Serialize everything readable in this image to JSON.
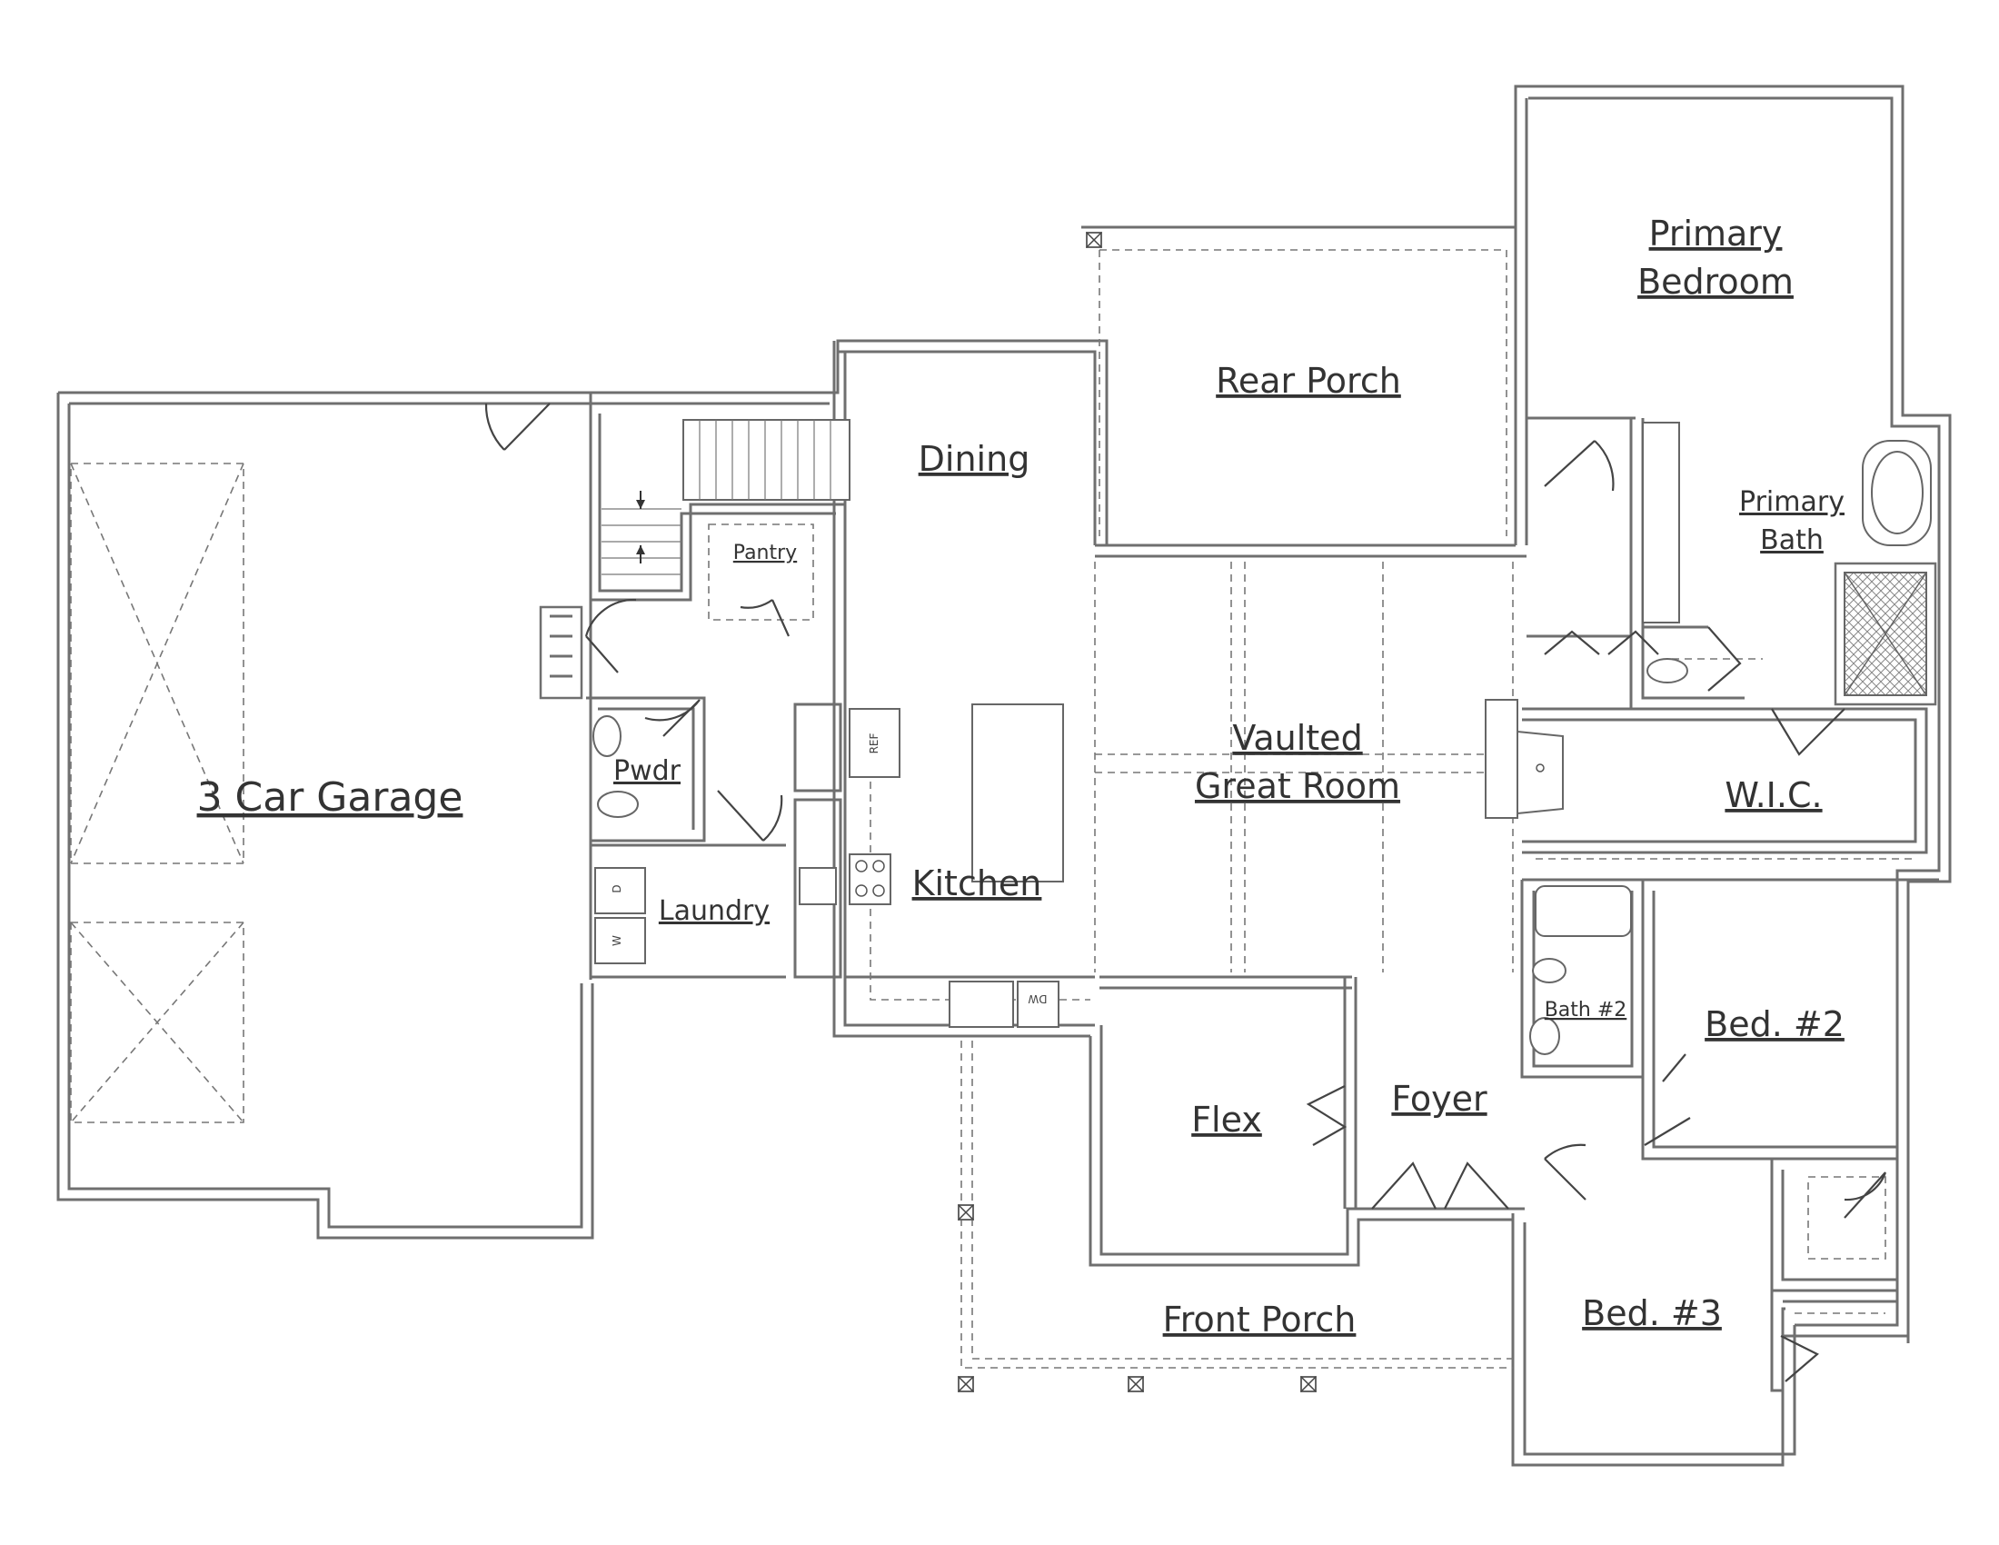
{
  "rooms": {
    "garage": "3 Car Garage",
    "dining": "Dining",
    "pantry": "Pantry",
    "pwdr": "Pwdr",
    "laundry": "Laundry",
    "kitchen": "Kitchen",
    "rear_porch": "Rear Porch",
    "primary_bedroom_line1": "Primary",
    "primary_bedroom_line2": "Bedroom",
    "primary_bath_line1": "Primary",
    "primary_bath_line2": "Bath",
    "great_room_line1": "Vaulted",
    "great_room_line2": "Great Room",
    "wic": "W.I.C.",
    "flex": "Flex",
    "foyer": "Foyer",
    "bath2": "Bath #2",
    "bed2": "Bed. #2",
    "bed3": "Bed. #3",
    "front_porch": "Front Porch"
  },
  "fixtures": {
    "refrigerator": "REF",
    "dishwasher": "DW",
    "dryer": "D",
    "washer": "W"
  }
}
